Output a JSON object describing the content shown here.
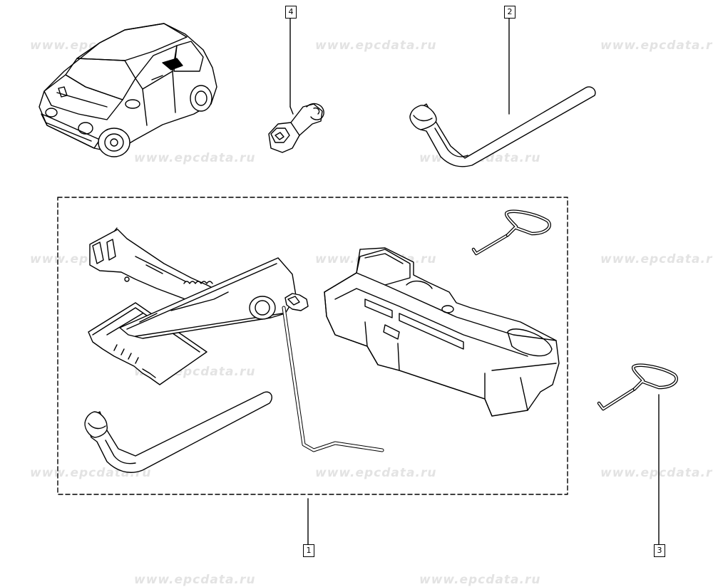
{
  "watermark": "www.epcdata.ru",
  "callouts": {
    "c1": "1",
    "c2": "2",
    "c3": "3",
    "c4": "4"
  },
  "parts": [
    {
      "ref": "1",
      "icon": "jack-kit-icon"
    },
    {
      "ref": "2",
      "icon": "wheel-brace-icon"
    },
    {
      "ref": "3",
      "icon": "hook-key-icon"
    },
    {
      "ref": "4",
      "icon": "socket-adapter-icon"
    }
  ]
}
